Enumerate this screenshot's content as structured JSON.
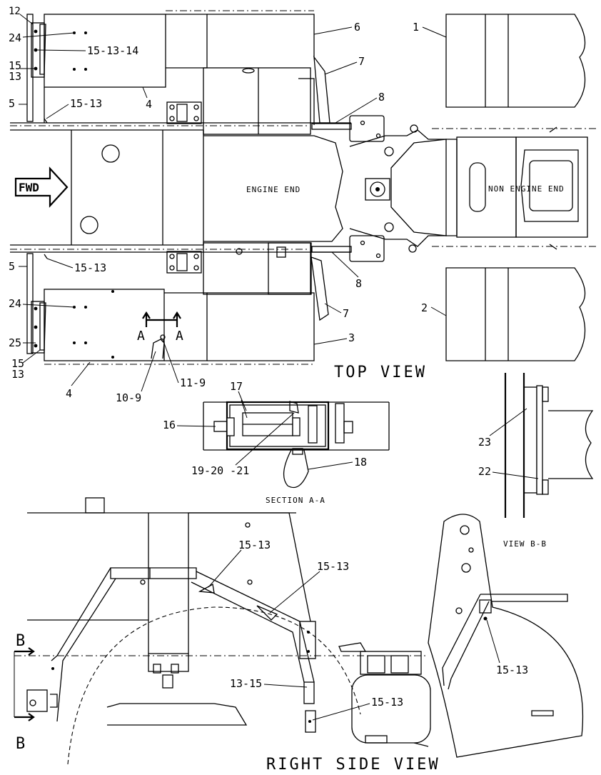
{
  "views": {
    "top": "TOP VIEW",
    "section": "SECTION A-A",
    "viewb": "VIEW B-B",
    "side": "RIGHT SIDE VIEW"
  },
  "arrow": {
    "fwd": "FWD"
  },
  "regions": {
    "engine": "ENGINE END",
    "non_engine": "NON ENGINE END"
  },
  "callouts": {
    "c12": "12",
    "c24a": "24",
    "c15_13_14": "15-13-14",
    "c15a": "15",
    "c13a": "13",
    "c5a": "5",
    "c15_13a": "15-13",
    "c4a": "4",
    "c6": "6",
    "c7a": "7",
    "c8a": "8",
    "c1": "1",
    "c5b": "5",
    "c15_13b": "15-13",
    "c8b": "8",
    "c24b": "24",
    "c7b": "7",
    "c2": "2",
    "c25": "25",
    "cAl": "A",
    "cAr": "A",
    "c3": "3",
    "c15b": "15",
    "c13b": "13",
    "c4b": "4",
    "c10_9": "10-9",
    "c11_9": "11-9",
    "c17": "17",
    "c16": "16",
    "c19_20_21": "19-20 -21",
    "c18": "18",
    "c23": "23",
    "c22": "22",
    "c15_13c": "15-13",
    "c15_13d": "15-13",
    "c15_13e": "15-13",
    "c15_13f": "15-13",
    "c13_15": "13-15",
    "cBt": "B",
    "cBb": "B"
  }
}
